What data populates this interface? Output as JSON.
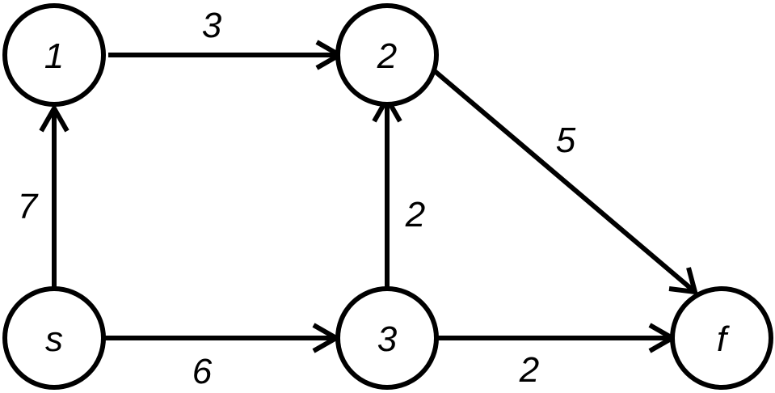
{
  "nodes": {
    "n1": {
      "label": "1"
    },
    "n2": {
      "label": "2"
    },
    "ns": {
      "label": "s"
    },
    "n3": {
      "label": "3"
    },
    "nf": {
      "label": "f"
    }
  },
  "edges": {
    "e_1_2": {
      "from": "1",
      "to": "2",
      "weight": "3"
    },
    "e_s_1": {
      "from": "s",
      "to": "1",
      "weight": "7"
    },
    "e_s_3": {
      "from": "s",
      "to": "3",
      "weight": "6"
    },
    "e_3_2": {
      "from": "3",
      "to": "2",
      "weight": "2"
    },
    "e_2_f": {
      "from": "2",
      "to": "f",
      "weight": "5"
    },
    "e_3_f": {
      "from": "3",
      "to": "f",
      "weight": "2"
    }
  }
}
